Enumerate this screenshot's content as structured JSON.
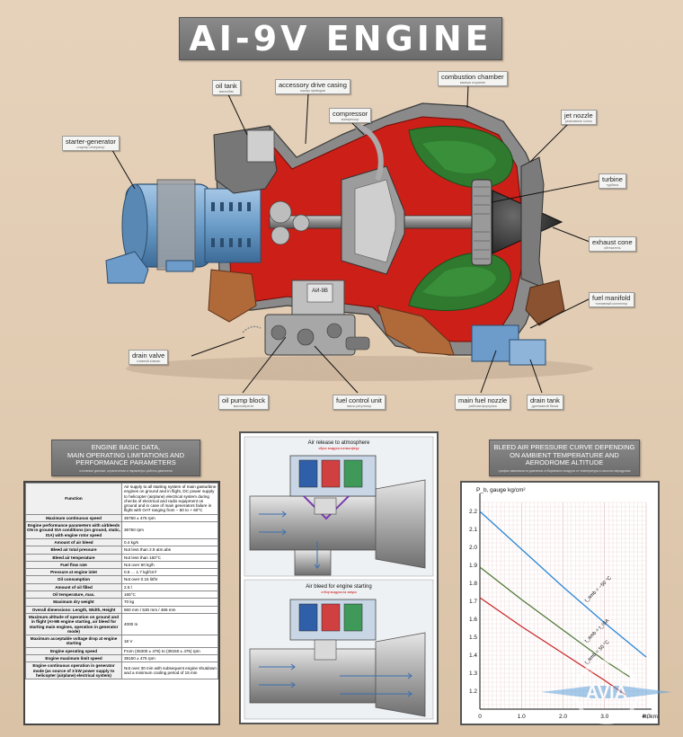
{
  "title": "AI-9V ENGINE",
  "engine_labels": {
    "oil_tank": {
      "en": "oil tank",
      "ru": "маслобак"
    },
    "accessory_drive_casing": {
      "en": "accessory drive casing",
      "ru": "корпус приводов"
    },
    "combustion_chamber": {
      "en": "combustion chamber",
      "ru": "камера сгорания"
    },
    "compressor": {
      "en": "compressor",
      "ru": "компрессор"
    },
    "starter_generator": {
      "en": "starter-generator",
      "ru": "стартер-генератор"
    },
    "jet_nozzle": {
      "en": "jet nozzle",
      "ru": "реактивное сопло"
    },
    "turbine": {
      "en": "turbine",
      "ru": "турбина"
    },
    "exhaust_cone": {
      "en": "exhaust cone",
      "ru": "обтекатель"
    },
    "fuel_manifold": {
      "en": "fuel manifold",
      "ru": "топливный коллектор"
    },
    "drain_valve": {
      "en": "drain valve",
      "ru": "сливной клапан"
    },
    "oil_pump_block": {
      "en": "oil pump block",
      "ru": "маслоагрегат"
    },
    "fuel_control_unit": {
      "en": "fuel control unit",
      "ru": "насос-регулятор"
    },
    "main_fuel_nozzle": {
      "en": "main fuel nozzle",
      "ru": "рабочая форсунка"
    },
    "drain_tank": {
      "en": "drain tank",
      "ru": "дренажный бачок"
    }
  },
  "unit_plate_text": "АИ-9В",
  "table_section": {
    "title_lines": [
      "ENGINE BASIC DATA,",
      "MAIN OPERATING LIMITATIONS AND",
      "PERFORMANCE PARAMETERS"
    ],
    "subtitle_ru": "основные данные, ограничения и параметры работы двигателя"
  },
  "table_rows": [
    {
      "param": "Function",
      "value": "Air supply to all starting system of main gasturbine engines on ground and in flight, DC power supply to helicopter (airplane) electrical system during checks of electrical and radio equipment on ground and in case of main generators failure in flight with OAT ranging from − 60 to + 60°C"
    },
    {
      "param": "Maximum continuous speed",
      "value": "36750 ± 475 rpm"
    },
    {
      "param": "Engine performance parameters with airbleeds ON in ground ISA conditions (on ground, static, ISA) with engine rotor speed",
      "value": "36750 rpm"
    },
    {
      "param": "Amount of air bleed",
      "value": "0.4 kg/s"
    },
    {
      "param": "Bleed air total pressure",
      "value": "Not less than 2.9 atm.abs"
    },
    {
      "param": "Bleed air temperature",
      "value": "Not less than 160°C"
    },
    {
      "param": "Fuel flow rate",
      "value": "Not over 80 kg/h"
    },
    {
      "param": "Pressure at engine inlet",
      "value": "0.8 … 1.7 kgf/cm²"
    },
    {
      "param": "Oil consumption",
      "value": "Not over 0.15 lit/hr"
    },
    {
      "param": "Amount of oil filled",
      "value": "2.5 l"
    },
    {
      "param": "Oil temperature, max.",
      "value": "165°C"
    },
    {
      "param": "Maximum dry weight",
      "value": "70 kg"
    },
    {
      "param": "Overall dimensions: Length, Width, Height",
      "value": "860 mm / 530 mm / 486 mm"
    },
    {
      "param": "Maximum altitude of operation on ground and in flight (AI-9B engine starting, air bleed for starting main engines, operation in generator mode)",
      "value": "4000 m"
    },
    {
      "param": "Maximum acceptable voltage drop at engine starting",
      "value": "18 V"
    },
    {
      "param": "Engine operating speed",
      "value": "From (35300 ± 475) to (39150 ± 475) rpm"
    },
    {
      "param": "Engine maximum limit speed",
      "value": "39150 ± 475 rpm"
    },
    {
      "param": "Engine continuous operation in generator mode (as source of 3 kW power supply to helicopter (airplane) electrical system)",
      "value": "Not over 30 min with subsequent engine shutdown and a minimum cooling period of 15 min"
    }
  ],
  "valve_diagrams": {
    "top_title": "Air release to atmosphere",
    "top_subtitle_ru": "сброс воздуха в атмосферу",
    "bottom_title": "Air bleed for engine starting",
    "bottom_subtitle_ru": "отбор воздуха на запуск"
  },
  "chart_section": {
    "title_lines": [
      "BLEED AIR PRESSURE CURVE DEPENDING",
      "ON AMBIENT TEMPERATURE AND",
      "AERODROME ALTITUDE"
    ],
    "subtitle_ru": "график зависимости давления отбираемого воздуха от температуры и высоты аэродрома"
  },
  "chart_data": {
    "type": "line",
    "ylabel": "P_b, gauge kg/cm²",
    "xlabel": "H, km",
    "xlim": [
      0,
      4.0
    ],
    "ylim": [
      1.1,
      2.25
    ],
    "x_ticks": [
      "0",
      "1.0",
      "2.0",
      "3.0",
      "4.0"
    ],
    "y_ticks": [
      "1.2",
      "1.3",
      "1.4",
      "1.5",
      "1.6",
      "1.7",
      "1.8",
      "1.9",
      "2.0",
      "2.1",
      "2.2"
    ],
    "grid": true,
    "series": [
      {
        "name": "t_amb = −50 °C",
        "color": "#2a86d4",
        "x": [
          0,
          1,
          2,
          3,
          4
        ],
        "y": [
          2.2,
          1.99,
          1.78,
          1.58,
          1.39
        ]
      },
      {
        "name": "t_amb = t_ISA",
        "color": "#4f7a3a",
        "x": [
          0,
          1,
          2,
          3,
          3.6
        ],
        "y": [
          1.89,
          1.71,
          1.54,
          1.37,
          1.28
        ]
      },
      {
        "name": "t_amb = 50 °C",
        "color": "#c8282a",
        "x": [
          0,
          1,
          2,
          3,
          3.5
        ],
        "y": [
          1.72,
          1.56,
          1.41,
          1.26,
          1.18
        ]
      }
    ]
  },
  "watermark": {
    "text": "AVIA",
    "sub": "AVIA-ECORPORATION"
  }
}
